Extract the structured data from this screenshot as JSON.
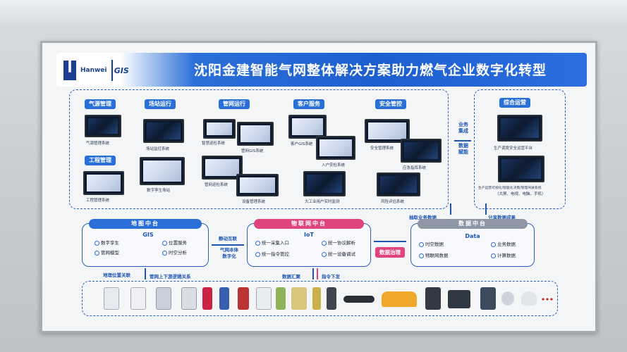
{
  "title": "沈阳金建智能气网整体解决方案助力燃气企业数字化转型",
  "logo": {
    "brand": "Hanwei",
    "gis": "GIS"
  },
  "categories": [
    {
      "label": "气源管理",
      "captions": [
        "气源管理系统"
      ]
    },
    {
      "label": "场站运行",
      "captions": [
        "场站监控系统",
        "数字孪生场站"
      ]
    },
    {
      "label": "管网运行",
      "captions": [
        "智慧巡检系统",
        "管网GIS系统",
        "管网巡检系统",
        "设备管理系统"
      ]
    },
    {
      "label": "客户服务",
      "captions": [
        "客户GIS系统",
        "入户安检系统",
        "大工业用户实时监测"
      ]
    },
    {
      "label": "安全管控",
      "captions": [
        "安全管理系统",
        "应急指挥系统",
        "风险评估系统"
      ]
    },
    {
      "label": "工程管理",
      "captions": [
        "工程管理系统"
      ]
    },
    {
      "label": "综合运营",
      "captions": [
        "生产调度安全运营平台",
        "生产运营可视化/智能化决策/管理驾驶系统",
        "（大屏、电视、电脑、手机）"
      ]
    }
  ],
  "side_labels": {
    "integration": "业务\n集成",
    "empower": "数据\n赋能"
  },
  "middle": {
    "map": {
      "head": "地图中台",
      "gis": "GIS",
      "items": [
        "数字孪生",
        "管网模型",
        "位置服务",
        "时空分析"
      ]
    },
    "links": {
      "top": "静动互联",
      "bottom": "气网本体\n数字化"
    },
    "iot": {
      "head": "物联网中台",
      "iot": "IoT",
      "items": [
        "统一采集入口",
        "统一指令管控",
        "统一协议解析",
        "统一设备调试"
      ]
    },
    "governance": "数据治理",
    "extract": "抽取业务数据",
    "share": "分享数据成果",
    "data": {
      "head": "数据中台",
      "data": "Data",
      "items": [
        "时空数据",
        "物联网数据",
        "业务数据",
        "计算数据"
      ]
    }
  },
  "bottom_links": {
    "geo": "地理位置关联",
    "network": "管网上下游逻辑关系",
    "collect": "数据汇聚",
    "command": "指令下发"
  }
}
